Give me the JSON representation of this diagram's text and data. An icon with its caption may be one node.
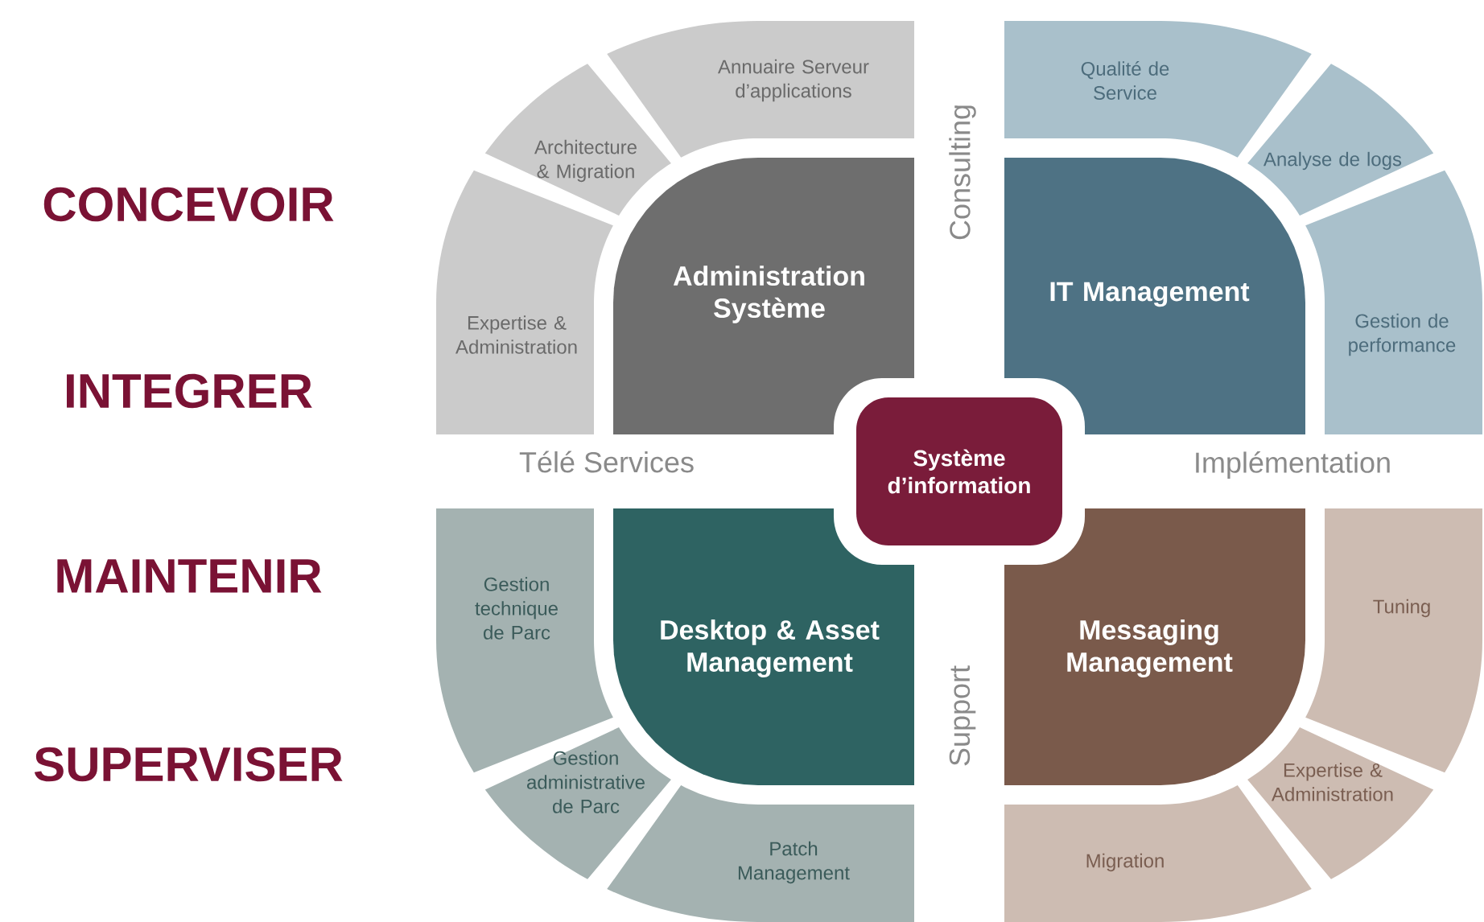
{
  "diagram": {
    "nodes": [
      {
        "text": [
          "Annuaire Serveur d’applications"
        ]
      },
      {
        "text": [
          "Architecture & Migration"
        ]
      },
      {
        "text": [
          "Expertise & Administration"
        ]
      },
      {
        "text": [
          "Administration Système"
        ]
      },
      {
        "text": [
          "Qualité de Service"
        ]
      },
      {
        "text": [
          "Analyse de logs"
        ]
      },
      {
        "text": [
          "Gestion de performance"
        ]
      },
      {
        "text": [
          "IT Management"
        ]
      },
      {
        "text": [
          "Système d’information"
        ]
      },
      {
        "text": [
          "Gestion technique de Parc"
        ]
      },
      {
        "text": [
          "Gestion administrative de Parc"
        ]
      },
      {
        "text": [
          "Patch Management"
        ]
      },
      {
        "text": [
          "Desktop & Asset Management"
        ]
      },
      {
        "text": [
          "Tuning"
        ]
      },
      {
        "text": [
          "Expertise & Administration"
        ]
      },
      {
        "text": [
          "Migration"
        ]
      },
      {
        "text": [
          "Messaging Management"
        ]
      }
    ],
    "labels": [
      "CONCEVOIR",
      "INTEGRER",
      "MAINTENIR",
      "SUPERVISER",
      "Consulting",
      "Télé Services",
      "Implémentation",
      "Support"
    ]
  }
}
